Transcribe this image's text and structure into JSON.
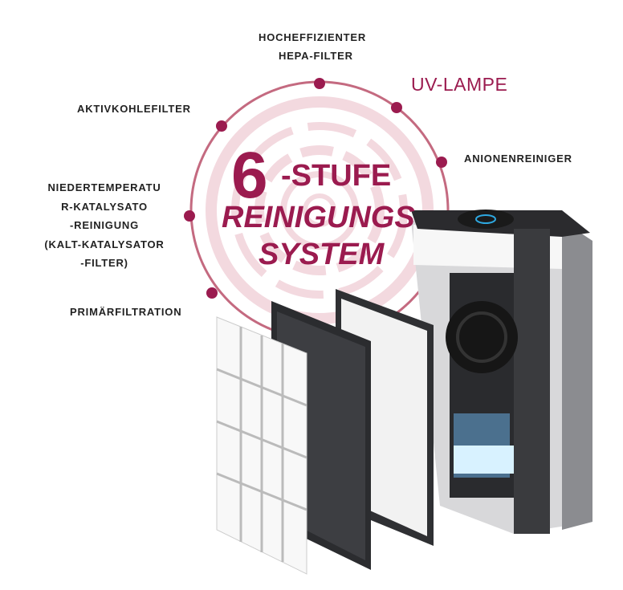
{
  "labels": {
    "hepa_line1": "HOCHEFFIZIENTER",
    "hepa_line2": "HEPA-FILTER",
    "uv": "UV-LAMPE",
    "carbon": "AKTIVKOHLEFILTER",
    "anion": "ANIONENREINIGER",
    "catalyst_lines": [
      "NIEDERTEMPERATU",
      "R-KATALYSATO",
      "-REINIGUNG",
      "(KALT-KATALYSATOR",
      "-FILTER)"
    ],
    "primary": "PRIMÄRFILTRATION"
  },
  "title": {
    "number": "6",
    "stage": "-STUFE",
    "line2": "REINIGUNGS",
    "line3": "SYSTEM"
  },
  "colors": {
    "accent": "#9b1b4f",
    "ring": "#c46a80"
  }
}
